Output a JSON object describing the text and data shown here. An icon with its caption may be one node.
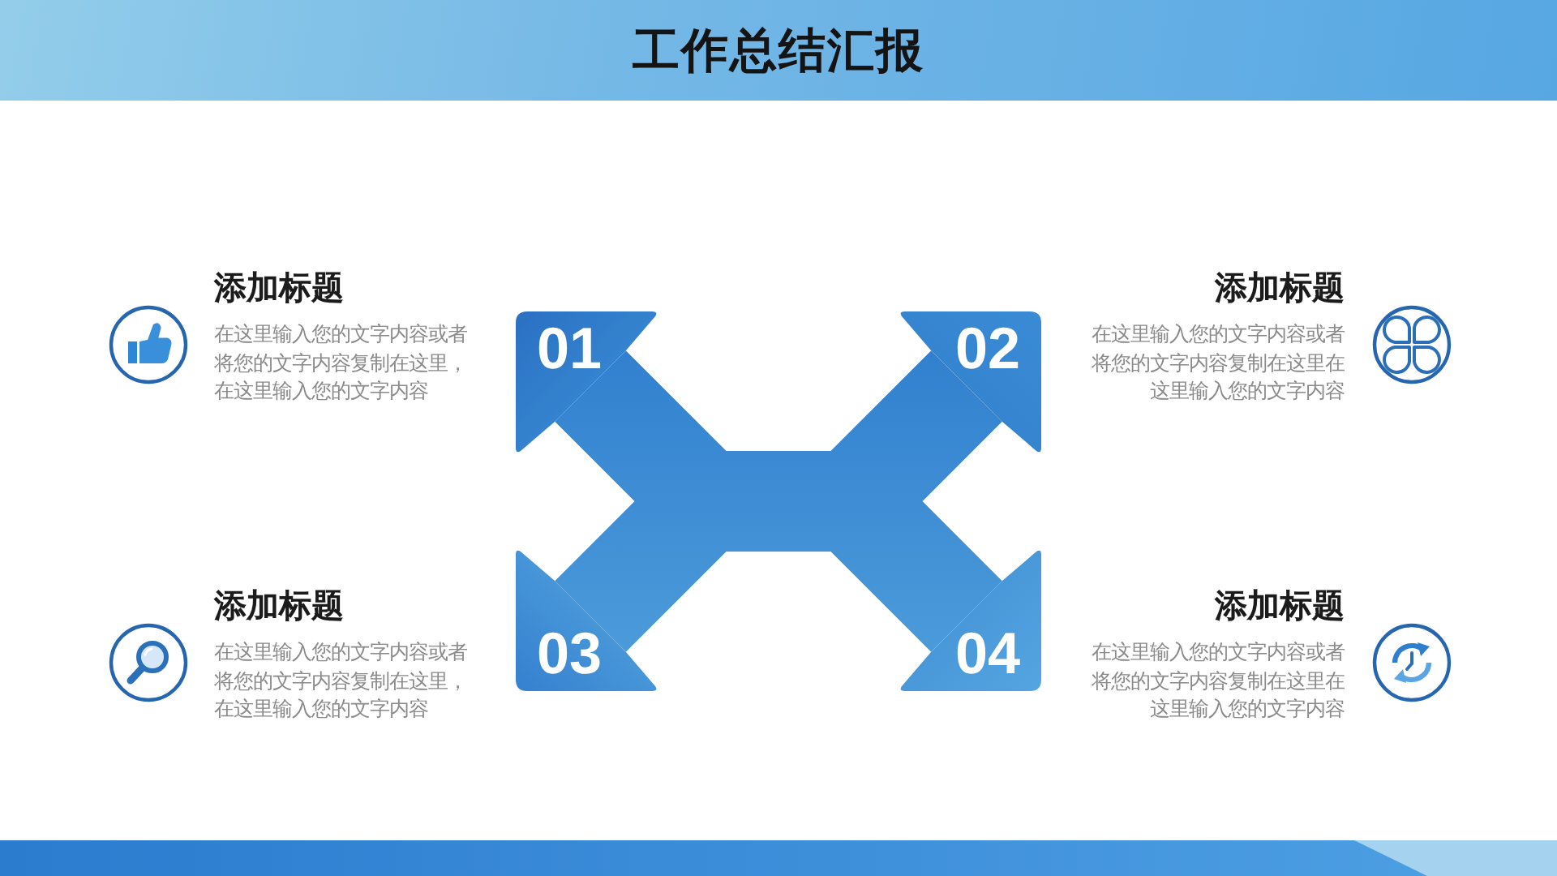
{
  "diagram": {
    "title": "工作总结汇报",
    "nodes": [
      {
        "text": [
          "01"
        ],
        "beside": [
          "添加标题",
          "在这里输入您的文字内容或者将您的文字内容复制在这里，在这里输入您的文字内容"
        ]
      },
      {
        "text": [
          "02"
        ],
        "beside": [
          "添加标题",
          "在这里输入您的文字内容或者将您的文字内容复制在这里在这里输入您的文字内容"
        ]
      },
      {
        "text": [
          "03"
        ],
        "beside": [
          "添加标题",
          "在这里输入您的文字内容或者将您的文字内容复制在这里，在这里输入您的文字内容"
        ]
      },
      {
        "text": [
          "04"
        ],
        "beside": [
          "添加标题",
          "在这里输入您的文字内容或者将您的文字内容复制在这里在这里输入您的文字内容"
        ]
      }
    ],
    "edges": [
      {
        "from": 0,
        "to": 3,
        "arrow": "none"
      },
      {
        "from": 1,
        "to": 2,
        "arrow": "none"
      }
    ]
  }
}
